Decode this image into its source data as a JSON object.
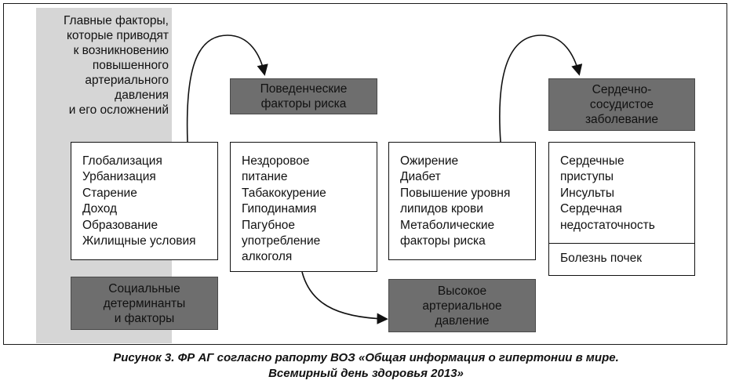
{
  "main_factors": "Главные факторы,\nкоторые приводят\nк возникновению\nповышенного\nартериального\nдавления\nи его осложнений",
  "determinants": {
    "items": [
      "Глобализация",
      "Урбанизация",
      "Старение",
      "Доход",
      "Образование",
      "Жилищные условия"
    ],
    "label": "Социальные\nдетерминанты\nи факторы"
  },
  "behavioral": {
    "label": "Поведенческие\nфакторы риска",
    "items": [
      "Нездоровое",
      "питание",
      "Табакокурение",
      "Гиподинамия",
      "Пагубное",
      "употребление",
      "алкоголя"
    ]
  },
  "metabolic": {
    "items": [
      "Ожирение",
      "Диабет",
      "Повышение уровня",
      "липидов крови",
      "Метаболические",
      "факторы риска"
    ],
    "label": "Высокое\nартериальное\nдавление"
  },
  "cvd": {
    "label": "Сердечно-\nсосудистое\nзаболевание",
    "items": [
      "Сердечные",
      "приступы",
      "Инсульты",
      "Сердечная",
      "недостаточность"
    ],
    "kidney": "Болезнь почек"
  },
  "caption": {
    "line1": "Рисунок 3. ФР АГ согласно рапорту ВОЗ «Общая информация о гипертонии в мире.",
    "line2": "Всемирный день здоровья 2013»"
  },
  "colors": {
    "header_fill": "#6e6e6e",
    "side_fill": "#d6d6d6",
    "stroke": "#111111"
  }
}
